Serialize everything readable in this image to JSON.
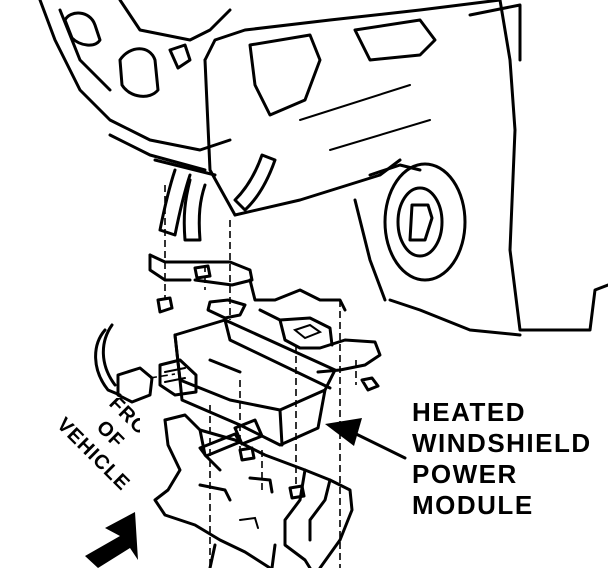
{
  "callout": {
    "lines": [
      "HEATED",
      "WINDSHIELD",
      "POWER",
      "MODULE"
    ]
  },
  "orientation": {
    "lines": [
      "FRONT",
      "OF",
      "VEHICLE"
    ]
  }
}
